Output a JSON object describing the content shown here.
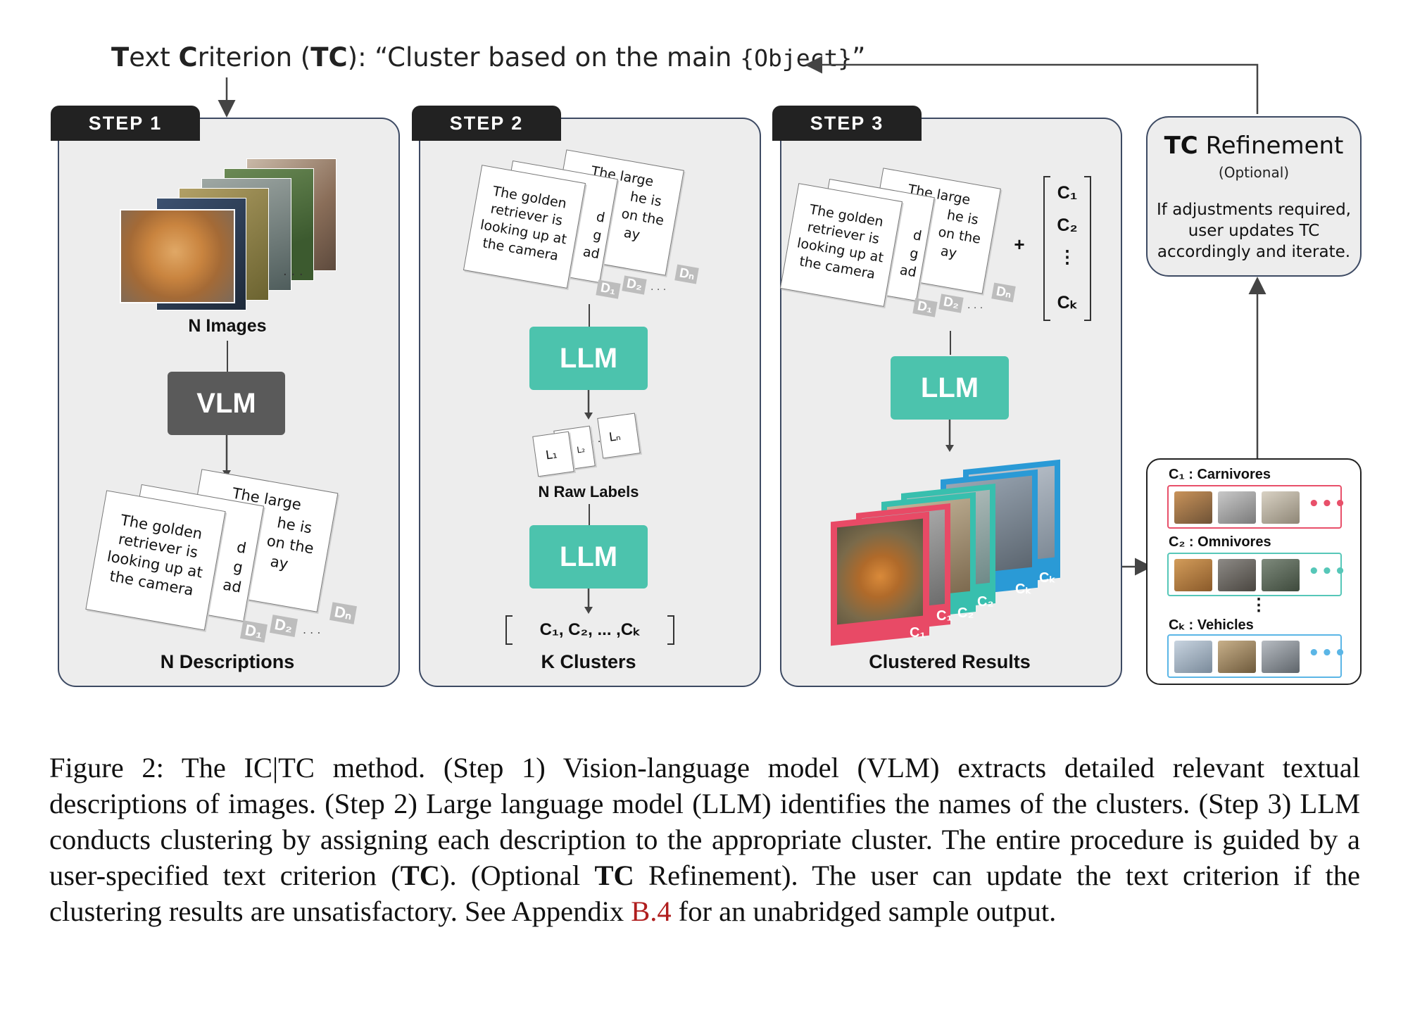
{
  "criterion": {
    "prefix_T": "T",
    "prefix_ext": "ext ",
    "prefix_C": "C",
    "prefix_riterion": "riterion (",
    "abbr": "TC",
    "mid": "): “Cluster based on the main ",
    "placeholder": "{Object}",
    "end": "”"
  },
  "step1": {
    "tab": "STEP 1",
    "images_label": "N Images",
    "block": "VLM",
    "card_front": [
      "The golden",
      "retriever is",
      "looking up at",
      "the camera"
    ],
    "card_back_top": "The large",
    "card_back_frags": [
      "he is",
      "on the",
      "ay"
    ],
    "card_mid_frags": [
      "d",
      "g",
      "ad"
    ],
    "tags": [
      "D₁",
      "D₂",
      "Dₙ"
    ],
    "ellipsis": ". . .",
    "label": "N  Descriptions"
  },
  "step2": {
    "tab": "STEP 2",
    "card_front": [
      "The golden",
      "retriever is",
      "looking up at",
      "the camera"
    ],
    "card_back_top": "The large",
    "card_back_frags": [
      "he is",
      "on the",
      "ay"
    ],
    "card_mid_frags": [
      "d",
      "g",
      "ad"
    ],
    "tags": [
      "D₁",
      "D₂",
      "Dₙ"
    ],
    "ellipsis": ". . .",
    "block1": "LLM",
    "raw_labels": [
      "L₁",
      "L₂",
      "Lₙ"
    ],
    "raw_ellipsis": ". .",
    "raw_label": "N Raw Labels",
    "block2": "LLM",
    "clusters_list": "C₁, C₂,   ...   ,Cₖ",
    "label": "K Clusters"
  },
  "step3": {
    "tab": "STEP 3",
    "card_front": [
      "The golden",
      "retriever is",
      "looking up at",
      "the camera"
    ],
    "card_back_top": "The large",
    "card_back_frags": [
      "he is",
      "on the",
      "ay"
    ],
    "card_mid_frags": [
      "d",
      "g",
      "ad"
    ],
    "tags": [
      "D₁",
      "D₂",
      "Dₙ"
    ],
    "ellipsis": ". . .",
    "plus": "+",
    "cluster_vector": [
      "C₁",
      "C₂",
      "⋮",
      "Cₖ"
    ],
    "block": "LLM",
    "stack_tags": [
      "C₁",
      "C₁",
      "C₂",
      "C₂",
      "Cₖ",
      "Cₖ"
    ],
    "label": "Clustered Results"
  },
  "refinement": {
    "title_bold": "TC",
    "title_rest": " Refinement",
    "optional": "(Optional)",
    "body_lines": [
      "If adjustments required,",
      "user updates TC",
      "accordingly and iterate."
    ]
  },
  "results_panel": {
    "clusters": [
      {
        "label": "C₁ : Carnivores",
        "color": "#e8506a"
      },
      {
        "label": "C₂ : Omnivores",
        "color": "#56c7b8"
      },
      {
        "label": "Cₖ : Vehicles",
        "color": "#5bb6e6"
      }
    ],
    "more": "⋮",
    "dots": "•••"
  },
  "caption": {
    "text_before_tc1": "Figure 2: The IC|TC method.  (Step 1) Vision-language model (VLM) extracts detailed relevant textual descriptions of images. (Step 2) Large language model (LLM) identifies the names of the clusters. (Step 3) LLM conducts clustering by assigning each description to the appropriate cluster. The entire procedure is guided by a user-specified text criterion (",
    "tc1": "TC",
    "between": "). (Optional ",
    "tc2": "TC",
    "text_before_ref": " Refinement). The user can update the text criterion if the clustering results are unsatisfactory. See Appendix ",
    "ref": "B.4",
    "text_after": " for an unabridged sample output."
  },
  "colors": {
    "panel_bg": "#ededed",
    "panel_border": "#3d4a63",
    "llm": "#4cc3ad",
    "vlm": "#5a5a5a",
    "carnivores": "#e8506a",
    "omnivores": "#56c7b8",
    "vehicles": "#5bb6e6"
  }
}
